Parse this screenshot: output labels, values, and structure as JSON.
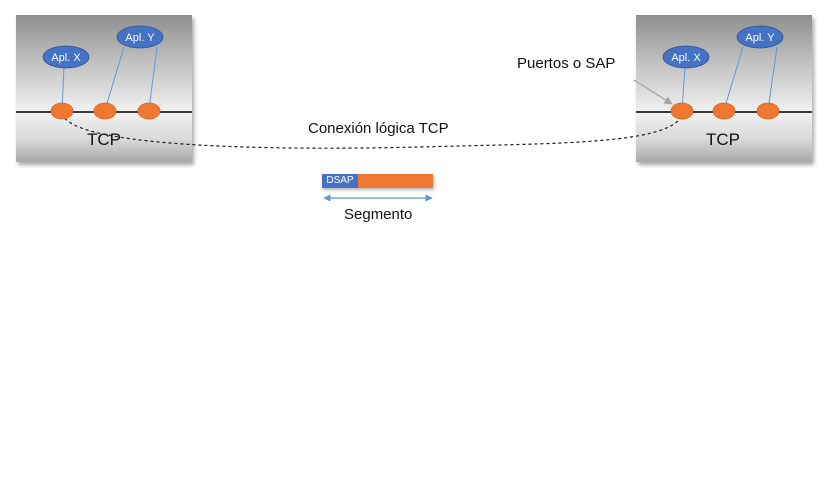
{
  "hosts": [
    {
      "tcp_label": "TCP",
      "apl_x": "Apl. X",
      "apl_y": "Apl. Y"
    },
    {
      "tcp_label": "TCP",
      "apl_x": "Apl. X",
      "apl_y": "Apl. Y"
    }
  ],
  "connection_label": "Conexión lógica TCP",
  "ports_label": "Puertos o SAP",
  "segment": {
    "header_label": "DSAP",
    "caption": "Segmento"
  },
  "colors": {
    "app_ellipse": "#4472c4",
    "port": "#ef7730",
    "connector_line": "#5b9bd5",
    "segment_body": "#ef7730",
    "segment_header": "#4472c4",
    "arrow": "#5b9bd5"
  }
}
